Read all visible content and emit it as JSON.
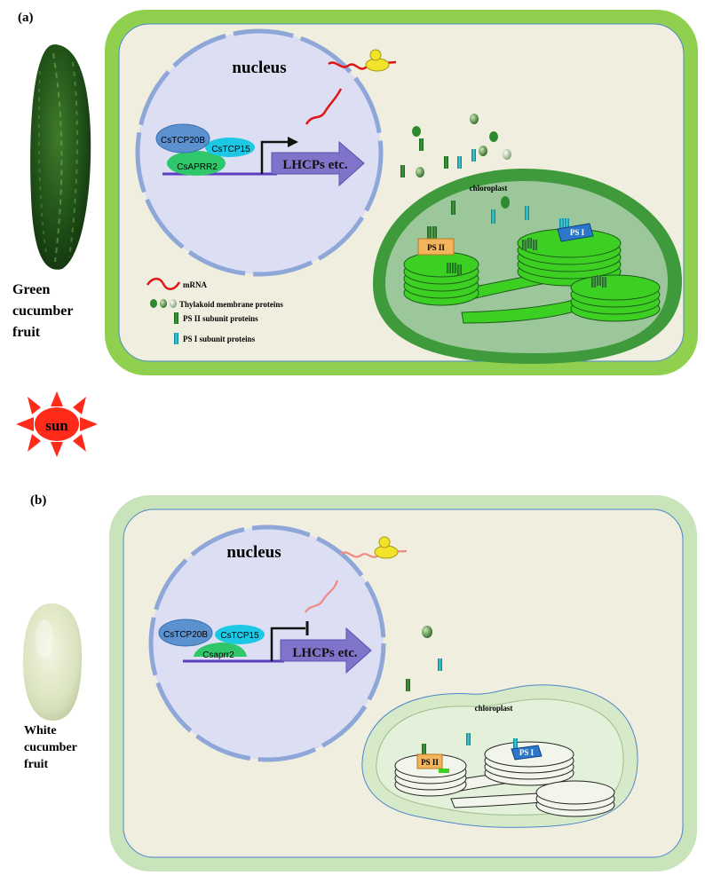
{
  "panel_a": {
    "label": "(a)",
    "fruit_label": [
      "Green",
      "cucumber",
      "fruit"
    ],
    "nucleus_label": "nucleus",
    "proteins": {
      "tcp20b": "CsTCP20B",
      "tcp15": "CsTCP15",
      "aprr2": "CsAPRR2"
    },
    "gene_label": "LHCPs etc.",
    "chloroplast_label": "chloroplast",
    "ps2_label": "PS II",
    "ps1_label": "PS I",
    "legend": {
      "mrna": "mRNA",
      "thylakoid": "Thylakoid membrane proteins",
      "ps2_subunit": "PS II subunit proteins",
      "ps1_subunit": "PS I subunit proteins"
    }
  },
  "sun_label": "sun",
  "panel_b": {
    "label": "(b)",
    "fruit_label": [
      "White",
      "cucumber",
      "fruit"
    ],
    "nucleus_label": "nucleus",
    "proteins": {
      "tcp20b": "CsTCP20B",
      "tcp15": "CsTCP15",
      "aprr2": "Csaprr2"
    },
    "gene_label": "LHCPs etc.",
    "chloroplast_label": "chloroplast",
    "ps2_label": "PS II",
    "ps1_label": "PS I"
  },
  "colors": {
    "cell_wall_a": "#8fd14f",
    "cell_wall_b": "#c9e3ba",
    "cytoplasm": "#f0efdf",
    "nucleus_fill": "#dcdff3",
    "nucleus_rim": "#8fa7d8",
    "gene_arrow": "#7f74c9",
    "dna_line": "#5b3fc0",
    "tcp20b": "#5b91cf",
    "tcp15": "#1cc8e4",
    "aprr2": "#2fc76a",
    "mrna_a": "#e01515",
    "mrna_b": "#f08a84",
    "ribosome": "#f2e22a",
    "chloroplast_outer": "#3f9a3c",
    "chloroplast_inner": "#9cc79a",
    "grana_green": "#3cd023",
    "ps2_box": "#f2b45c",
    "ps1_box": "#2d77c9",
    "sun_red": "#ff2a1a"
  }
}
